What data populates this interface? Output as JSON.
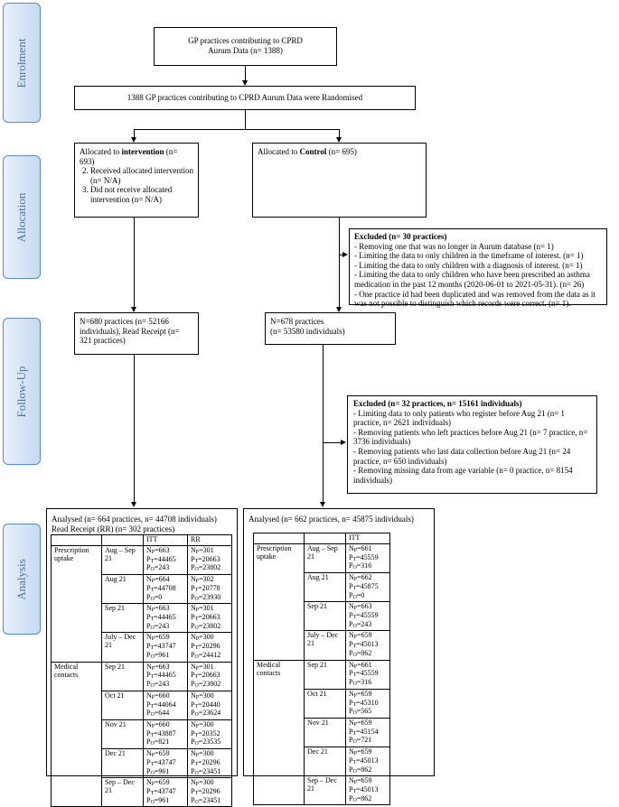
{
  "stages": [
    "Enrolment",
    "Allocation",
    "Follow-Up",
    "Analysis"
  ],
  "enrolment": {
    "box_line1": "GP practices contributing to CPRD",
    "box_line2": "Aurum Data (n= 1388)",
    "randomised": "1388 GP practices contributing to CPRD Aurum Data were Randomised"
  },
  "allocation": {
    "intervention_prefix": "Allocated to ",
    "intervention_bold": "intervention",
    "intervention_suffix": " (n= 693)",
    "intervention_items": [
      "Received allocated intervention (n= N/A)",
      "Did not receive allocated intervention (n= N/A)"
    ],
    "control_prefix": "Allocated to ",
    "control_bold": "Control",
    "control_suffix": " (n= 695)"
  },
  "excluded1": {
    "title": "Excluded  (n= 30 practices)",
    "items": [
      "- Removing one that was no longer in Aurum database (n= 1)",
      "- Limiting the data to only children in the timeframe of interest. (n= 1)",
      "- Limiting the data to only children with a diagnosis of interest. (n= 1)",
      "- Limiting the data to only children who have been prescribed an asthma medication in the past 12 months (2020-06-01 to 2021-05-31). (n= 26)",
      "- One practice id had been duplicated and was removed from the data as it was not possible to distinguish which records were correct. (n= 1)."
    ]
  },
  "followup": {
    "intervention": "N=680 practices (n= 52166 individuals), Read Receipt (n= 321 practices)",
    "control_line1": "N=678 practices",
    "control_line2": "(n= 53580 individuals)"
  },
  "excluded2": {
    "title": "Excluded (n= 32 practices, n= 15161 individuals)",
    "items": [
      "-  Limiting data to only patients who register before Aug 21 (n= 1 practice, n= 2621 individuals)",
      "- Removing patients who left practices before Aug 21 (n= 7 practice, n= 3736 individuals)",
      "- Removing patients who last data collection before Aug 21 (n= 24 practice, n= 650 individuals)",
      "- Removing missing data from age variable (n= 0 practice, n= 8154 individuals)"
    ]
  },
  "analysis": {
    "intervention_line1": "Analysed (n= 664 practices, n= 44708 individuals)",
    "intervention_line2": "Read Receipt (RR) (n= 302 practices)",
    "control_line1": "Analysed (n= 662 practices, n= 45875 individuals)"
  },
  "intervention_table": {
    "headers": [
      "",
      "",
      "ITT",
      "RR"
    ],
    "groups": [
      {
        "label": "Prescription uptake",
        "rows": [
          {
            "period": "Aug – Sep 21",
            "itt": {
              "np": "663",
              "pt": "44465",
              "po": "243"
            },
            "rr": {
              "np": "301",
              "pt": "20663",
              "po": "23802"
            }
          },
          {
            "period": "Aug 21",
            "itt": {
              "np": "664",
              "pt": "44708",
              "po": "0"
            },
            "rr": {
              "np": "302",
              "pt": "20778",
              "po": "23930"
            }
          },
          {
            "period": "Sep 21",
            "itt": {
              "np": "663",
              "pt": "44465",
              "po": "243"
            },
            "rr": {
              "np": "301",
              "pt": "20663",
              "po": "23802"
            }
          },
          {
            "period": "July – Dec 21",
            "itt": {
              "np": "659",
              "pt": "43747",
              "po": "961"
            },
            "rr": {
              "np": "300",
              "pt": "20296",
              "po": "24412"
            }
          }
        ]
      },
      {
        "label": "Medical contacts",
        "rows": [
          {
            "period": "Sep 21",
            "itt": {
              "np": "663",
              "pt": "44465",
              "po": "243"
            },
            "rr": {
              "np": "301",
              "pt": "20663",
              "po": "23802"
            }
          },
          {
            "period": "Oct 21",
            "itt": {
              "np": "660",
              "pt": "44064",
              "po": "644"
            },
            "rr": {
              "np": "300",
              "pt": "20440",
              "po": "23624"
            }
          },
          {
            "period": "Nov 21",
            "itt": {
              "np": "660",
              "pt": "43887",
              "po": "821"
            },
            "rr": {
              "np": "300",
              "pt": "20352",
              "po": "23535"
            }
          },
          {
            "period": "Dec 21",
            "itt": {
              "np": "659",
              "pt": "43747",
              "po": "961"
            },
            "rr": {
              "np": "300",
              "pt": "20296",
              "po": "23451"
            }
          },
          {
            "period": "Sep – Dec 21",
            "itt": {
              "np": "659",
              "pt": "43747",
              "po": "961"
            },
            "rr": {
              "np": "300",
              "pt": "20296",
              "po": "23451"
            }
          }
        ]
      }
    ]
  },
  "control_table": {
    "headers": [
      "",
      "",
      "ITT"
    ],
    "groups": [
      {
        "label": "Prescription uptake",
        "rows": [
          {
            "period": "Aug – Sep 21",
            "itt": {
              "np": "661",
              "pt": "45559",
              "po": "316"
            }
          },
          {
            "period": "Aug 21",
            "itt": {
              "np": "662",
              "pt": "45875",
              "po": "0"
            }
          },
          {
            "period": "Sep 21",
            "itt": {
              "np": "663",
              "pt": "45559",
              "po": "243"
            }
          },
          {
            "period": "July – Dec 21",
            "itt": {
              "np": "659",
              "pt": "45013",
              "po": "862"
            }
          }
        ]
      },
      {
        "label": "Medical contacts",
        "rows": [
          {
            "period": "Sep 21",
            "itt": {
              "np": "661",
              "pt": "45559",
              "po": "316"
            }
          },
          {
            "period": "Oct 21",
            "itt": {
              "np": "659",
              "pt": "45310",
              "po": "565"
            }
          },
          {
            "period": "Nov 21",
            "itt": {
              "np": "659",
              "pt": "45154",
              "po": "721"
            }
          },
          {
            "period": "Dec 21",
            "itt": {
              "np": "659",
              "pt": "45013",
              "po": "862"
            }
          },
          {
            "period": "Sep – Dec 21",
            "itt": {
              "np": "659",
              "pt": "45013",
              "po": "862"
            }
          }
        ]
      }
    ]
  },
  "symbols": {
    "n": "N",
    "p": "P",
    "t": "T",
    "o": "O",
    "eq": "="
  }
}
